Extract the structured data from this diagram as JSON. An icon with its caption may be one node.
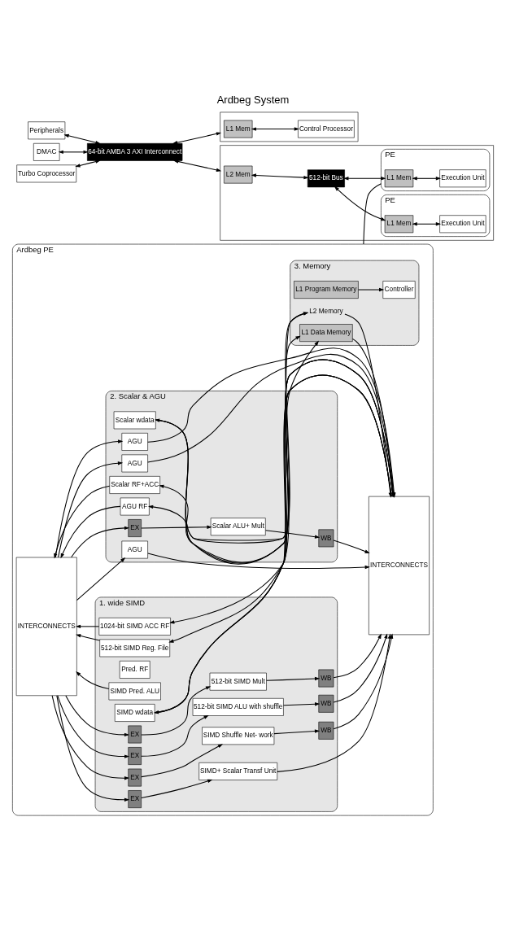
{
  "diagram": {
    "title": "Ardbeg System",
    "nodes": [
      {
        "text": [
          "Peripherals"
        ]
      },
      {
        "text": [
          "DMAC"
        ]
      },
      {
        "text": [
          "Turbo Coprocessor"
        ]
      },
      {
        "text": [
          "64-bit AMBA 3 AXI Interconnect"
        ]
      },
      {
        "text": [],
        "shape": "box"
      },
      {
        "text": [
          "L1 Mem"
        ],
        "in": 4
      },
      {
        "text": [
          "Control Processor"
        ],
        "in": 4
      },
      {
        "text": [],
        "shape": "box"
      },
      {
        "text": [
          "L2 Mem"
        ],
        "in": 7
      },
      {
        "text": [
          "512-bit Bus"
        ],
        "in": 7
      },
      {
        "text": [
          "PE"
        ],
        "in": 7
      },
      {
        "text": [
          "L1 Mem"
        ],
        "in": 10
      },
      {
        "text": [
          "Execution Unit"
        ],
        "in": 10
      },
      {
        "text": [
          "PE"
        ],
        "in": 7
      },
      {
        "text": [
          "L1 Mem"
        ],
        "in": 13
      },
      {
        "text": [
          "Execution Unit"
        ],
        "in": 13
      },
      {
        "text": [
          "Ardbeg PE"
        ]
      },
      {
        "text": [
          "3. Memory"
        ],
        "in": 16
      },
      {
        "text": [
          "L2 Memory"
        ],
        "in": 17
      },
      {
        "text": [
          "L1 Data Memory"
        ],
        "in": 17
      },
      {
        "text": [
          "L1 Program Memory"
        ],
        "in": 17
      },
      {
        "text": [
          "Controller"
        ],
        "in": 17
      },
      {
        "text": [
          "1. wide SIMD"
        ],
        "in": 16
      },
      {
        "text": [
          "1024-bit SIMD ACC RF"
        ],
        "in": 22
      },
      {
        "text": [
          "512-bit SIMD Reg. File"
        ],
        "in": 22
      },
      {
        "text": [
          "Pred. RF"
        ],
        "in": 22
      },
      {
        "text": [
          "SIMD Pred. ALU"
        ],
        "in": 22
      },
      {
        "text": [
          "SIMD wdata"
        ],
        "in": 22
      },
      {
        "text": [
          "INTERCONNECTS"
        ],
        "in": 16
      },
      {
        "text": [
          "INTERCONNECTS"
        ],
        "in": 16
      },
      {
        "text": [
          "EX"
        ],
        "in": 22
      },
      {
        "text": [
          "512-bit SIMD Mult"
        ],
        "in": 22
      },
      {
        "text": [
          "WB"
        ],
        "in": 22
      },
      {
        "text": [
          "EX"
        ],
        "in": 22
      },
      {
        "text": [
          "512-bit SIMD ALU with shuffle"
        ],
        "in": 22
      },
      {
        "text": [
          "WB"
        ],
        "in": 22
      },
      {
        "text": [
          "EX"
        ],
        "in": 22
      },
      {
        "text": [
          "SIMD Shuffle Net- work"
        ],
        "in": 22
      },
      {
        "text": [
          "WB"
        ],
        "in": 22
      },
      {
        "text": [
          "EX"
        ],
        "in": 22
      },
      {
        "text": [
          "SIMD+ Scalar Transf Unit"
        ],
        "in": 22
      },
      {
        "text": [
          "2. Scalar & AGU"
        ],
        "in": 16
      },
      {
        "text": [
          "Scalar wdata"
        ],
        "in": 41
      },
      {
        "text": [
          "Scalar RF+ACC"
        ],
        "in": 41
      },
      {
        "text": [
          "AGU RF"
        ],
        "in": 41
      },
      {
        "text": [
          "EX"
        ],
        "in": 41
      },
      {
        "text": [
          "Scalar ALU+ Mult"
        ],
        "in": 41
      },
      {
        "text": [
          "WB"
        ],
        "in": 41
      },
      {
        "text": [
          "AGU"
        ],
        "in": 41
      },
      {
        "text": [
          "AGU"
        ],
        "in": 41
      },
      {
        "text": [
          "AGU"
        ],
        "in": 41
      }
    ],
    "edges": [
      {
        "from": 0,
        "to": 3,
        "arrow": "both"
      },
      {
        "from": 1,
        "to": 3,
        "arrow": "both"
      },
      {
        "from": 2,
        "to": 3,
        "arrow": "both"
      },
      {
        "from": 3,
        "to": 4,
        "arrow": "both"
      },
      {
        "from": 3,
        "to": 7,
        "arrow": "both"
      },
      {
        "from": 5,
        "to": 6,
        "arrow": "both"
      },
      {
        "from": 8,
        "to": 9,
        "arrow": "both"
      },
      {
        "from": 9,
        "to": 11,
        "arrow": "both"
      },
      {
        "from": 9,
        "to": 14,
        "arrow": "both"
      },
      {
        "from": 11,
        "to": 12,
        "arrow": "both"
      },
      {
        "from": 14,
        "to": 15,
        "arrow": "both"
      },
      {
        "from": 13,
        "to": 16,
        "arrow": "none"
      },
      {
        "from": 18,
        "to": 29,
        "arrow": "to"
      },
      {
        "from": 29,
        "to": 23,
        "arrow": "to"
      },
      {
        "from": 29,
        "to": 24,
        "arrow": "to"
      },
      {
        "from": 29,
        "to": 27,
        "arrow": "to"
      },
      {
        "from": 27,
        "to": 18,
        "arrow": "to"
      },
      {
        "from": 27,
        "to": 19,
        "arrow": "to"
      },
      {
        "from": 42,
        "to": 18,
        "arrow": "to"
      },
      {
        "from": 42,
        "to": 19,
        "arrow": "to"
      },
      {
        "from": 19,
        "to": 29,
        "arrow": "to"
      },
      {
        "from": 20,
        "to": 21,
        "arrow": "to"
      },
      {
        "from": 23,
        "to": 28,
        "arrow": "to"
      },
      {
        "from": 24,
        "to": 28,
        "arrow": "to"
      },
      {
        "from": 26,
        "to": 28,
        "arrow": "to"
      },
      {
        "from": 28,
        "to": 30,
        "arrow": "to"
      },
      {
        "from": 30,
        "to": 31,
        "arrow": "to"
      },
      {
        "from": 31,
        "to": 32,
        "arrow": "to"
      },
      {
        "from": 32,
        "to": 29,
        "arrow": "to"
      },
      {
        "from": 28,
        "to": 33,
        "arrow": "to"
      },
      {
        "from": 33,
        "to": 34,
        "arrow": "to"
      },
      {
        "from": 34,
        "to": 35,
        "arrow": "to"
      },
      {
        "from": 35,
        "to": 29,
        "arrow": "to"
      },
      {
        "from": 28,
        "to": 36,
        "arrow": "to"
      },
      {
        "from": 36,
        "to": 37,
        "arrow": "to"
      },
      {
        "from": 37,
        "to": 38,
        "arrow": "to"
      },
      {
        "from": 38,
        "to": 29,
        "arrow": "to"
      },
      {
        "from": 28,
        "to": 39,
        "arrow": "to"
      },
      {
        "from": 39,
        "to": 40,
        "arrow": "to"
      },
      {
        "from": 40,
        "to": 29,
        "arrow": "to"
      },
      {
        "from": 43,
        "to": 28,
        "arrow": "to"
      },
      {
        "from": 44,
        "to": 28,
        "arrow": "to"
      },
      {
        "from": 28,
        "to": 45,
        "arrow": "to"
      },
      {
        "from": 45,
        "to": 46,
        "arrow": "to"
      },
      {
        "from": 46,
        "to": 47,
        "arrow": "to"
      },
      {
        "from": 47,
        "to": 29,
        "arrow": "to"
      },
      {
        "from": 28,
        "to": 48,
        "arrow": "to"
      },
      {
        "from": 48,
        "to": 29,
        "arrow": "to"
      },
      {
        "from": 28,
        "to": 49,
        "arrow": "to"
      },
      {
        "from": 49,
        "to": 29,
        "arrow": "to"
      },
      {
        "from": 28,
        "to": 50,
        "arrow": "to"
      },
      {
        "from": 50,
        "to": 29,
        "arrow": "to"
      },
      {
        "from": 29,
        "to": 42,
        "arrow": "to"
      },
      {
        "from": 29,
        "to": 43,
        "arrow": "to"
      },
      {
        "from": 29,
        "to": 44,
        "arrow": "to"
      }
    ]
  }
}
